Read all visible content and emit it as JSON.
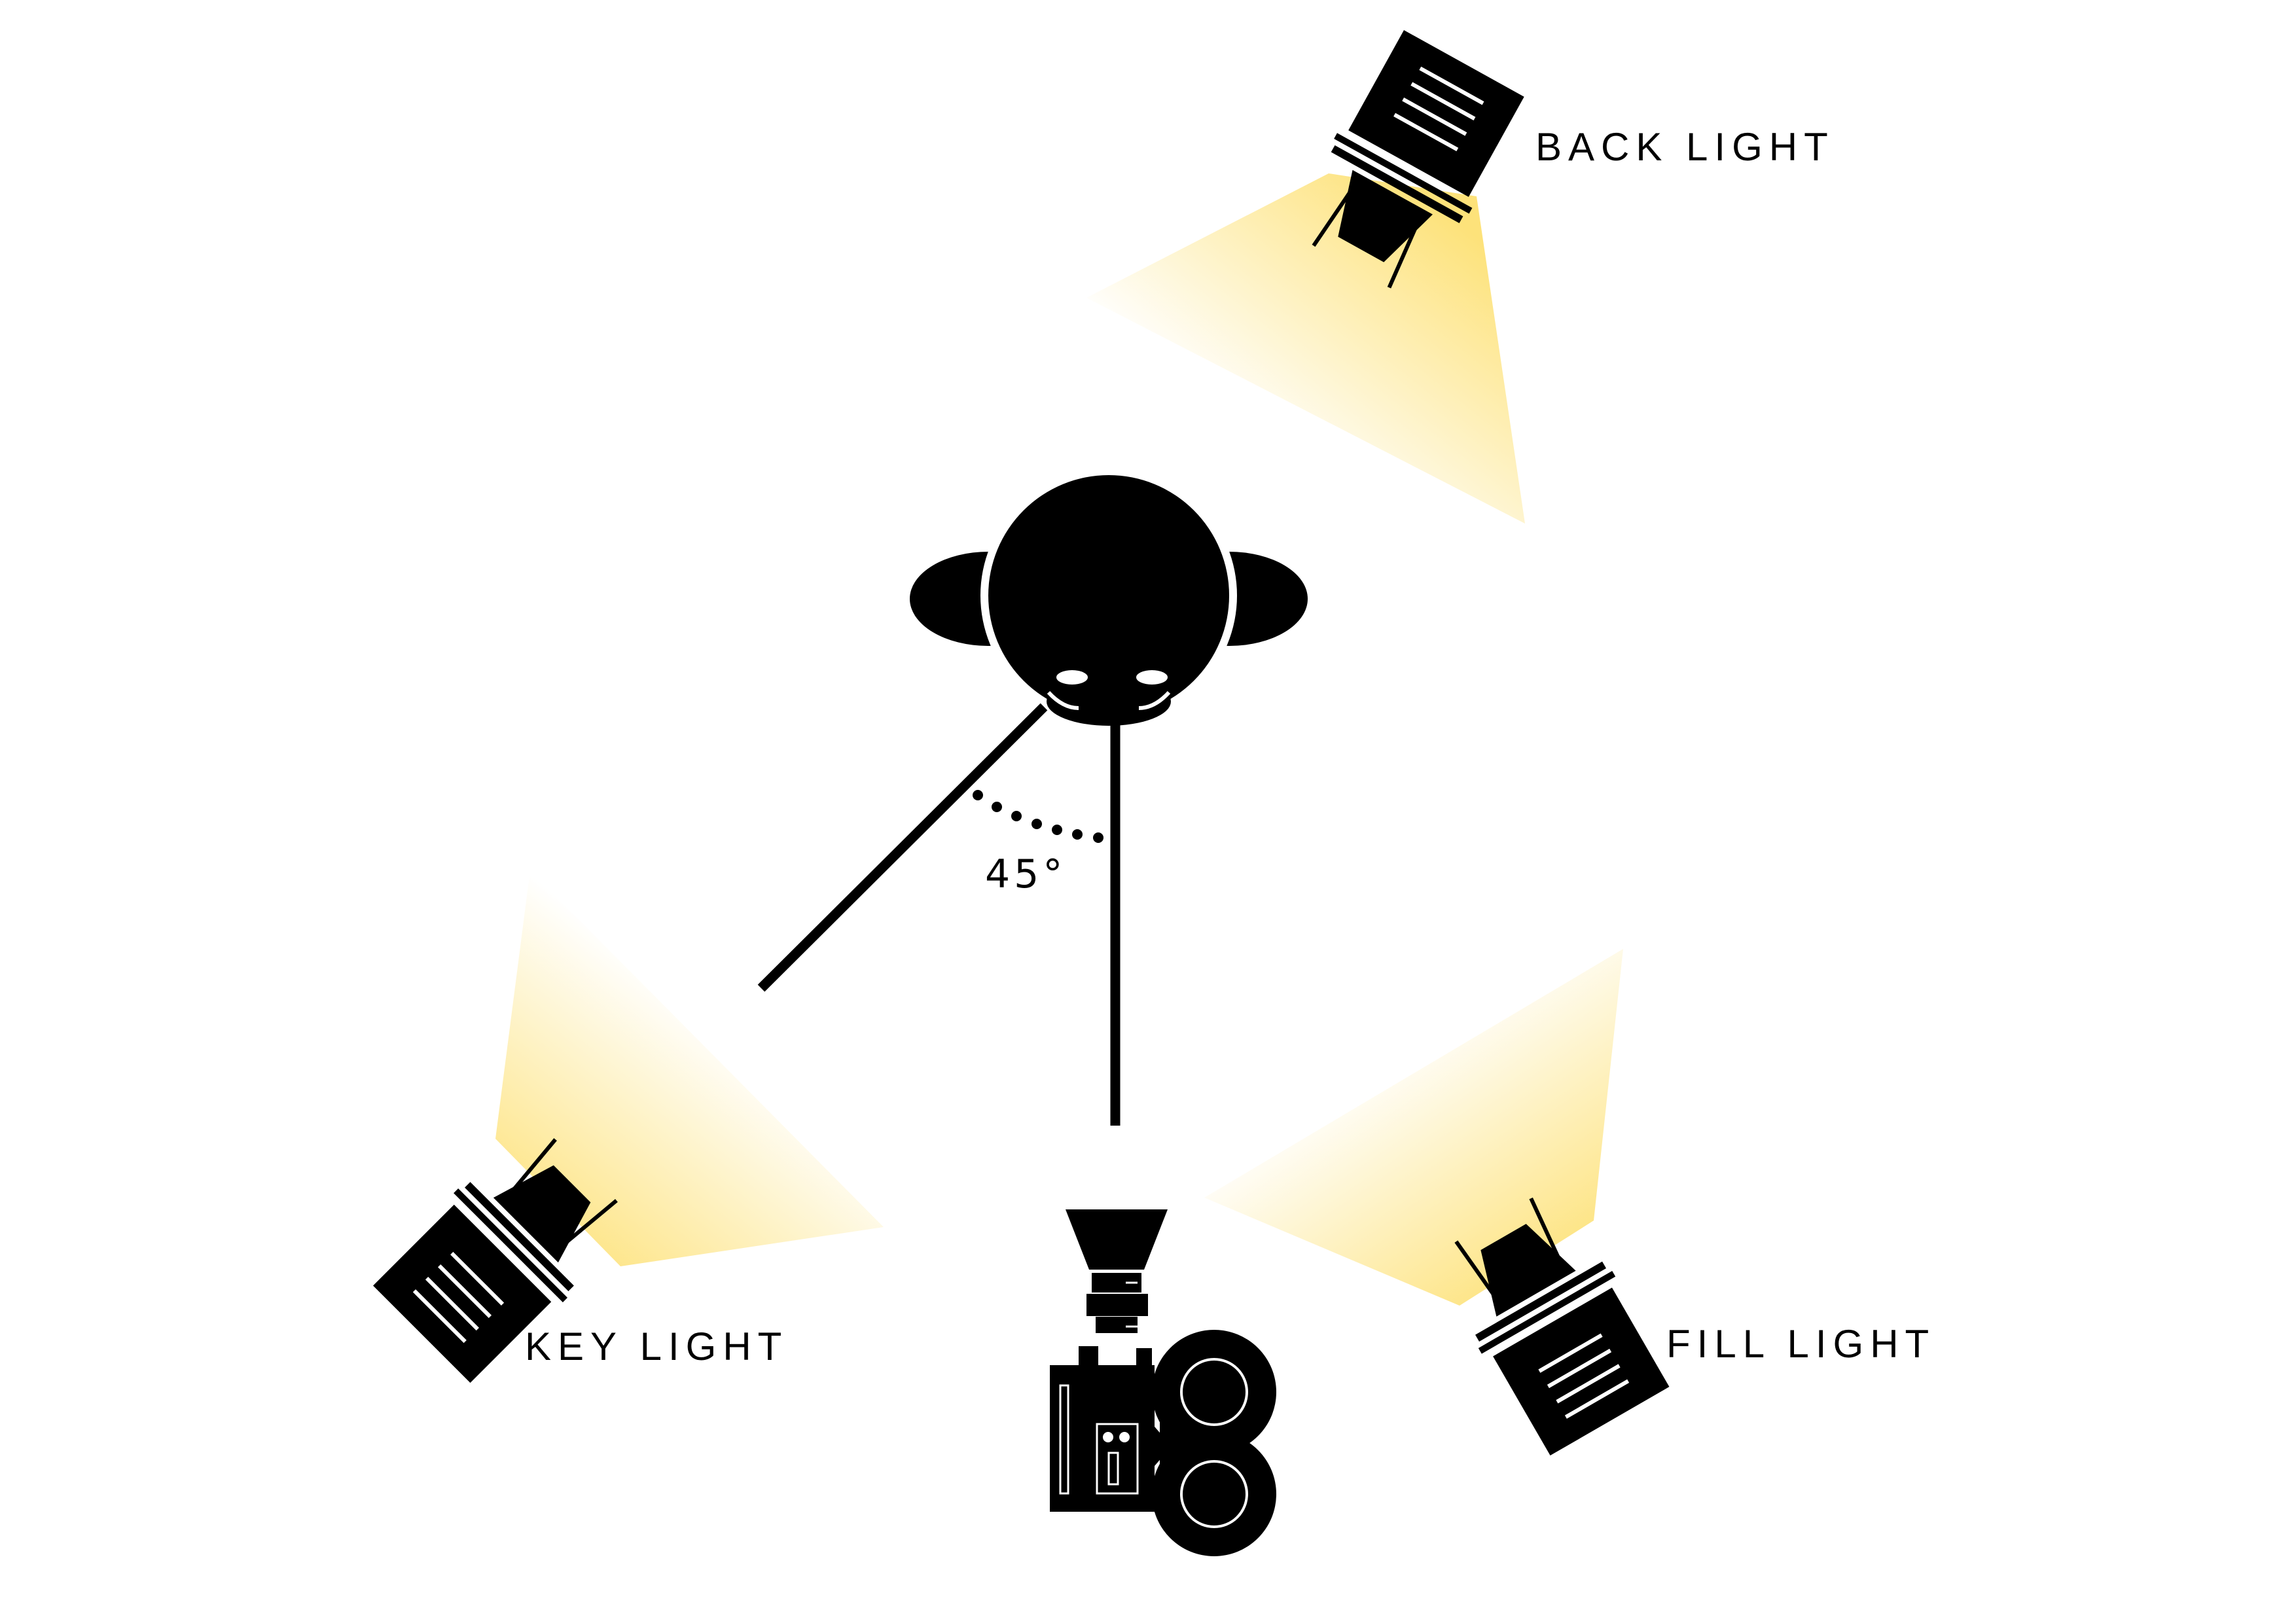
{
  "diagram": {
    "labels": {
      "back_light": "BACK LIGHT",
      "key_light": "KEY LIGHT",
      "fill_light": "FILL LIGHT",
      "angle": "45°"
    },
    "colors": {
      "beam": "#fde27a",
      "ink": "#000000",
      "background": "#ffffff"
    },
    "icons": {
      "subject": "head-top-view-icon",
      "camera": "film-camera-icon",
      "lamp": "spotlight-icon"
    }
  }
}
